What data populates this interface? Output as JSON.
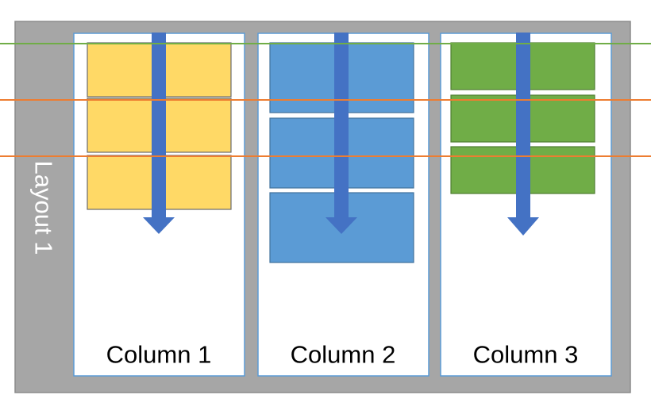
{
  "layout": {
    "label": "Layout 1"
  },
  "columns": [
    {
      "label": "Column 1",
      "block_color": "#FFD966",
      "block_border": "#6b6b6b",
      "item_count": 3
    },
    {
      "label": "Column 2",
      "block_color": "#5B9BD5",
      "block_border": "#41719C",
      "item_count": 3
    },
    {
      "label": "Column 3",
      "block_color": "#70AD47",
      "block_border": "#507E32",
      "item_count": 3
    }
  ],
  "colors": {
    "layout_background": "#A6A6A6",
    "column_border": "#5B9BD5",
    "flow_arrow": "#4472C4",
    "top_guide_line": "#70AD47",
    "row_guide_line": "#ED7D31",
    "label_text": "#000000",
    "layout_label_text": "#ffffff"
  }
}
